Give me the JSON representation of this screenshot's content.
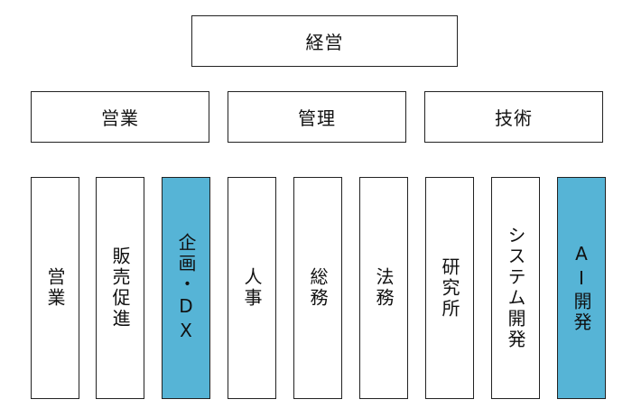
{
  "highlight_color": "#56b4d6",
  "border_color": "#222222",
  "top": {
    "label": "経営"
  },
  "groups": [
    {
      "label": "営業"
    },
    {
      "label": "管理"
    },
    {
      "label": "技術"
    }
  ],
  "departments": [
    {
      "label": "営業",
      "highlighted": false
    },
    {
      "label": "販売促進",
      "highlighted": false
    },
    {
      "label": "企画・DX",
      "highlighted": true
    },
    {
      "label": "人事",
      "highlighted": false
    },
    {
      "label": "総務",
      "highlighted": false
    },
    {
      "label": "法務",
      "highlighted": false
    },
    {
      "label": "研究所",
      "highlighted": false
    },
    {
      "label": "システム開発",
      "highlighted": false
    },
    {
      "label": "AI開発",
      "highlighted": true
    }
  ]
}
